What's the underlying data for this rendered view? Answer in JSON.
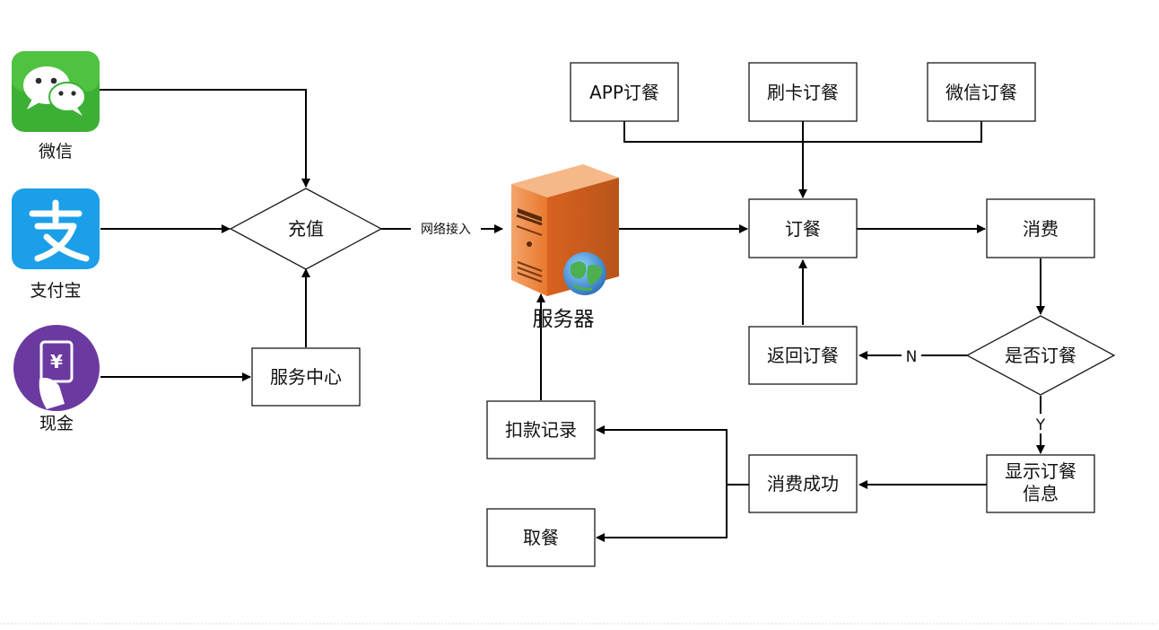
{
  "sources": {
    "wechat": {
      "label": "微信",
      "icon": "wechat-icon",
      "color": "#3cb034"
    },
    "alipay": {
      "label": "支付宝",
      "icon": "alipay-icon",
      "color": "#1a9fe8"
    },
    "cash": {
      "label": "现金",
      "icon": "cash-icon",
      "color": "#6b3aa0"
    }
  },
  "nodes": {
    "recharge": "充值",
    "service_center": "服务中心",
    "server": "服务器",
    "order_app": "APP订餐",
    "order_card": "刷卡订餐",
    "order_wechat": "微信订餐",
    "order": "订餐",
    "consume": "消费",
    "decision": "是否订餐",
    "return_order": "返回订餐",
    "show_line1": "显示订餐",
    "show_line2": "信息",
    "consume_success": "消费成功",
    "deduct_record": "扣款记录",
    "pickup": "取餐"
  },
  "edges": {
    "network_access": "网络接入",
    "no": "N",
    "yes": "Y"
  },
  "colors": {
    "server": "#e8782e",
    "server_dark": "#b9541a"
  }
}
